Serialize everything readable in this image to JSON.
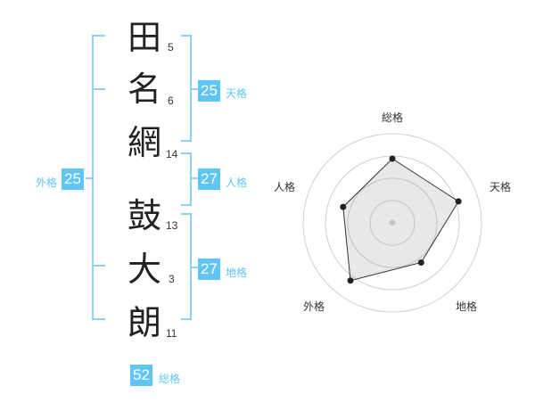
{
  "colors": {
    "badge_bg": "#5ec5f5",
    "label_text": "#5ec5f5",
    "bracket": "#8fd1f5",
    "kanji_text": "#222222"
  },
  "name": {
    "chars": [
      {
        "char": "田",
        "strokes": "5"
      },
      {
        "char": "名",
        "strokes": "6"
      },
      {
        "char": "網",
        "strokes": "14"
      },
      {
        "char": "鼓",
        "strokes": "13"
      },
      {
        "char": "大",
        "strokes": "3"
      },
      {
        "char": "朗",
        "strokes": "11"
      }
    ]
  },
  "kakusu": {
    "tenkaku": {
      "label": "天格",
      "value": "25"
    },
    "jinkaku": {
      "label": "人格",
      "value": "27"
    },
    "chikaku": {
      "label": "地格",
      "value": "27"
    },
    "gaikaku": {
      "label": "外格",
      "value": "25"
    },
    "soukaku": {
      "label": "総格",
      "value": "52"
    }
  },
  "chart_data": {
    "type": "radar",
    "axes": [
      "総格",
      "天格",
      "地格",
      "外格",
      "人格"
    ],
    "values": [
      0.72,
      0.78,
      0.55,
      0.8,
      0.58
    ],
    "rings": 4
  }
}
